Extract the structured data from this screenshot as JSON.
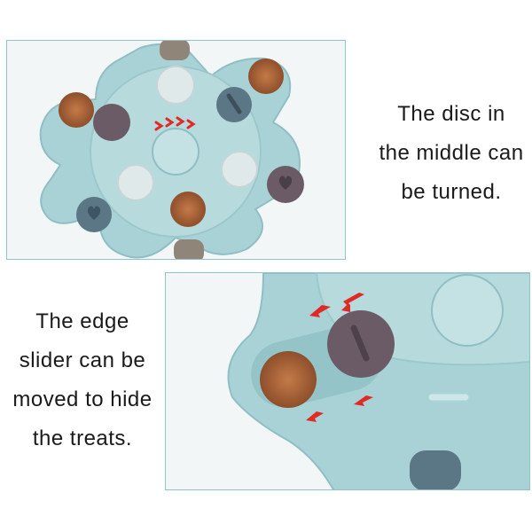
{
  "captions": {
    "top": {
      "lines": [
        "The disc in",
        "the middle can",
        "be turned."
      ]
    },
    "bottom": {
      "lines": [
        "The edge",
        "slider can be",
        "moved to hide",
        "the treats."
      ]
    }
  },
  "colors": {
    "toy_body": "#a9d2d6",
    "toy_shade": "#8fbfc4",
    "disc": "#b7dadd",
    "cover_plum": "#6a5b67",
    "cover_slate": "#5b7685",
    "cover_taupe": "#8f8679",
    "treat": "#b2693d",
    "arrow": "#e12a25",
    "frame": "#8fc5c9"
  },
  "icons": {
    "bone": "bone-icon",
    "heart": "heart-icon",
    "arrow": "red-arrow-icon"
  }
}
